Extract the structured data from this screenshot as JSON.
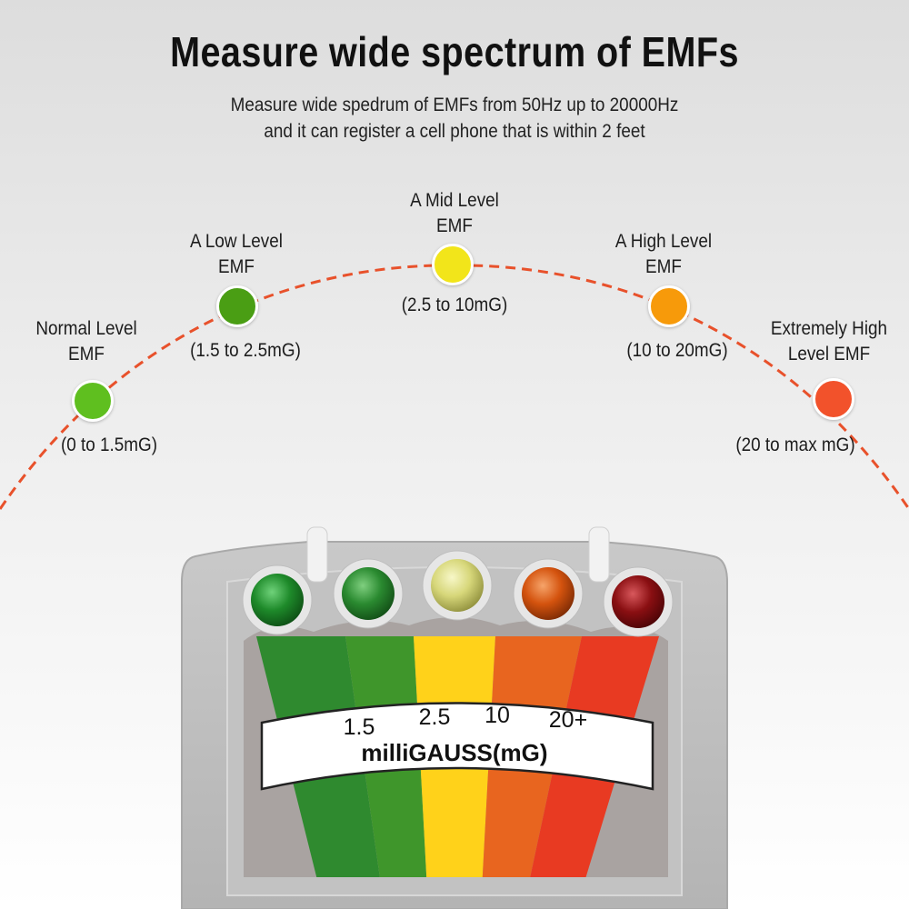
{
  "header": {
    "title": "Measure wide spectrum of EMFs",
    "subtitle_line1": "Measure wide spedrum of EMFs from 50Hz up to 20000Hz",
    "subtitle_line2": "and it can register a cell phone that is within 2 feet"
  },
  "levels": [
    {
      "label_line1": "Normal Level",
      "label_line2": "EMF",
      "range": "(0 to 1.5mG)",
      "color": "#5fbf1f"
    },
    {
      "label_line1": "A Low Level",
      "label_line2": "EMF",
      "range": "(1.5 to 2.5mG)",
      "color": "#4a9e14"
    },
    {
      "label_line1": "A Mid Level",
      "label_line2": "EMF",
      "range": "(2.5 to 10mG)",
      "color": "#f2e51a"
    },
    {
      "label_line1": "A High Level",
      "label_line2": "EMF",
      "range": "(10 to 20mG)",
      "color": "#f79a0a"
    },
    {
      "label_line1": "Extremely High",
      "label_line2": "Level EMF",
      "range": "(20 to max mG)",
      "color": "#f2522b"
    }
  ],
  "meter": {
    "scale": [
      "1.5",
      "2.5",
      "10",
      "20+"
    ],
    "unit": "milliGAUSS(mG)"
  },
  "colors": {
    "arc": "#e8512b",
    "band_green_dark": "#2f8a2f",
    "band_green": "#3f962b",
    "band_yellow": "#ffd21a",
    "band_orange": "#e8651f",
    "band_red": "#e83a22",
    "led_green": "#1e8a2a",
    "led_yellow": "#d7d77a",
    "led_orange": "#d4530e",
    "led_red": "#8a0f12"
  }
}
